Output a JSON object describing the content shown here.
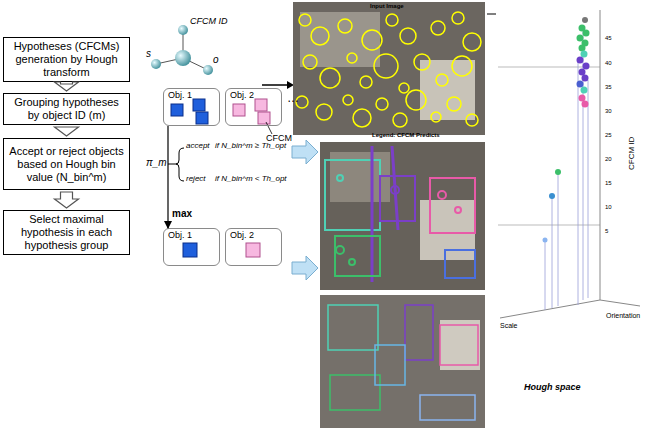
{
  "diagram": {
    "nodes": [
      {
        "text": [
          "Hypotheses (CFCMs) generation by Hough transform"
        ]
      },
      {
        "text": [
          "Grouping hypotheses by object ID (m)"
        ]
      },
      {
        "text": [
          "Accept or reject objects based on Hough bin value (N_bin^m)"
        ]
      },
      {
        "text": [
          "Select maximal hypothesis in each hypothesis group"
        ]
      },
      {
        "text": [
          "Obj. 1"
        ]
      },
      {
        "text": [
          "Obj. 2"
        ]
      },
      {
        "text": [
          "Obj. 1"
        ]
      },
      {
        "text": [
          "Obj. 2"
        ]
      }
    ],
    "edges": [
      {
        "from": 0,
        "to": 1,
        "arrow": "to"
      },
      {
        "from": 1,
        "to": 2,
        "arrow": "to"
      },
      {
        "from": 2,
        "to": 3,
        "arrow": "to"
      },
      {
        "from": 4,
        "to": 6,
        "label": "max",
        "arrow": "to"
      }
    ],
    "labels": [
      "CFCM ID",
      "o",
      "s",
      "…",
      "CFCM",
      "π_m",
      "accept",
      "if N_bin^m ≥ Th_opt",
      "reject",
      "if N_bin^m < Th_opt",
      "Input Image",
      "Legend: CFCM Predicts",
      "CFCM ID",
      "Scale",
      "Orientation",
      "Hough space",
      "45",
      "40",
      "35",
      "30",
      "25",
      "20",
      "15",
      "10",
      "5"
    ]
  }
}
